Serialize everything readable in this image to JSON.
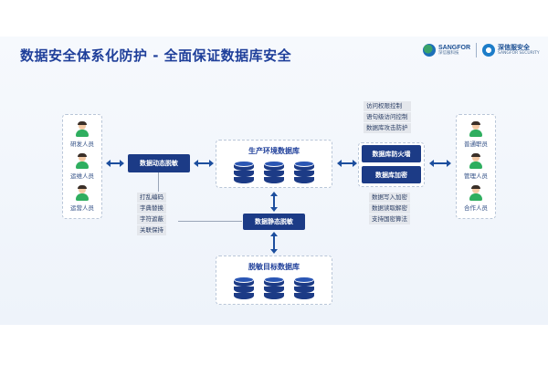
{
  "title": "数据安全体系化防护 - 全面保证数据库安全",
  "logos": {
    "sangfor": {
      "name": "SANGFOR",
      "sub": "深信服科技"
    },
    "security": {
      "name": "深信服安全",
      "sub": "SANGFOR SECURITY"
    }
  },
  "left_users": [
    "研发人员",
    "运维人员",
    "运营人员"
  ],
  "right_users": [
    "普通职员",
    "管理人员",
    "合作人员"
  ],
  "dynamic_mask": "数据动态脱敏",
  "static_mask": "数据静态脱敏",
  "mask_methods": [
    "打乱编码",
    "字典替换",
    "字符遮蔽",
    "关联保持"
  ],
  "prod_db": "生产环境数据库",
  "target_db": "脱敏目标数据库",
  "firewall_features": [
    "访问权限控制",
    "语句级访问控制",
    "数据库攻击防护"
  ],
  "firewall": "数据库防火墙",
  "encryption": "数据库加密",
  "encryption_features": [
    "数据写入加密",
    "数据读取解密",
    "支持国密算法"
  ],
  "colors": {
    "navy": "#1c3b86",
    "title": "#1f3f9a",
    "user_green": "#2fae5f"
  },
  "icons": [
    "person-icon",
    "database-icon",
    "double-arrow-icon"
  ]
}
